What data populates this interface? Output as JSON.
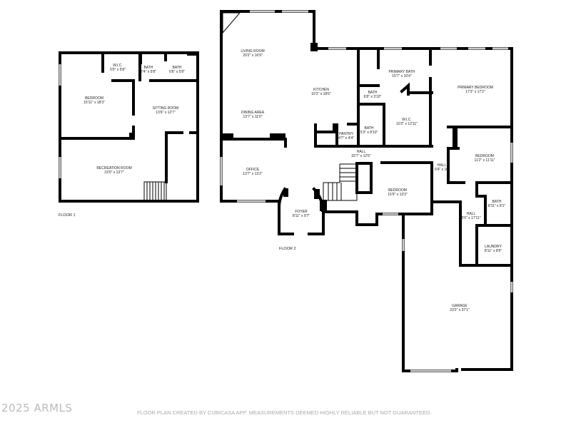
{
  "floors": [
    {
      "label": "FLOOR 1",
      "rooms": [
        {
          "name": "W.I.C.",
          "dims": "5'9\" x 5'8\""
        },
        {
          "name": "BATH",
          "dims": "7'4\" x 5'8\""
        },
        {
          "name": "BATH",
          "dims": "6'6\" x 5'8\""
        },
        {
          "name": "BEDROOM",
          "dims": "15'11\" x 18'3\""
        },
        {
          "name": "SITTING ROOM",
          "dims": "13'6\" x 12'7\""
        },
        {
          "name": "RECREATION ROOM",
          "dims": "23'0\" x 13'7\""
        }
      ]
    },
    {
      "label": "FLOOR 2",
      "rooms": [
        {
          "name": "LIVING ROOM",
          "dims": "20'2\" x 16'9\""
        },
        {
          "name": "KITCHEN",
          "dims": "16'2\" x 18'6\""
        },
        {
          "name": "PRIMARY BATH",
          "dims": "15'7\" x 10'4\""
        },
        {
          "name": "PRIMARY BEDROOM",
          "dims": "17'3\" x 17'2\""
        },
        {
          "name": "BATH",
          "dims": "6'8\" x 3'10\""
        },
        {
          "name": "DINING AREA",
          "dims": "13'7\" x 11'0\""
        },
        {
          "name": "W.I.C.",
          "dims": "10'2\" x 12'11\""
        },
        {
          "name": "BATH",
          "dims": "5'3\" x 8'10\""
        },
        {
          "name": "PANTRY",
          "dims": "4'7\" x 4'4\""
        },
        {
          "name": "HALL",
          "dims": "32'7\" x 12'5\""
        },
        {
          "name": "BEDROOM",
          "dims": "11'2\" x 11'11\""
        },
        {
          "name": "HALL",
          "dims": "6'4\" x 16'"
        },
        {
          "name": "OFFICE",
          "dims": "13'7\" x 13'2\""
        },
        {
          "name": "BEDROOM",
          "dims": "15'9\" x 13'3\""
        },
        {
          "name": "FOYER",
          "dims": "8'11\" x 9'7\""
        },
        {
          "name": "BATH",
          "dims": "8'11\" x 8'1\""
        },
        {
          "name": "HALL",
          "dims": "5'6\" x 17'11\""
        },
        {
          "name": "LAUNDRY",
          "dims": "8'11\" x 8'6\""
        },
        {
          "name": "GARAGE",
          "dims": "23'2\" x 37'1\""
        }
      ]
    }
  ],
  "copyright": "2025 ARMLS",
  "disclaimer": "FLOOR PLAN CREATED BY CUBICASA APP. MEASUREMENTS DEEMED HIGHLY RELIABLE BUT NOT GUARANTEED."
}
